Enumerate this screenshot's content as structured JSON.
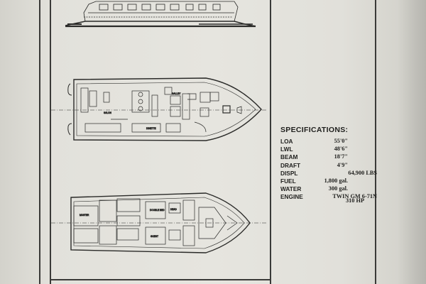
{
  "specifications": {
    "heading": "SPECIFICATIONS:",
    "rows": [
      {
        "label": "LOA",
        "value": "55'0\""
      },
      {
        "label": "LWL",
        "value": "48'6\""
      },
      {
        "label": "BEAM",
        "value": "18'7\""
      },
      {
        "label": "DRAFT",
        "value": "4'9\""
      },
      {
        "label": "DISPL",
        "value": "64,900 LBS"
      },
      {
        "label": "FUEL",
        "value": "1,800 gal."
      },
      {
        "label": "WATER",
        "value": "300 gal."
      },
      {
        "label": "ENGINE",
        "value": "TWIN GM 6-71N"
      }
    ],
    "engine_hp": "310 HP"
  },
  "plan_labels": {
    "salon": "SALON",
    "galley": "GALLEY",
    "dinette": "DINETTE",
    "master": "MASTER",
    "guest": "GUEST",
    "head": "HEAD",
    "double_bed": "DOUBLE BED"
  },
  "colors": {
    "paper": "#e6e5df",
    "ink": "#1f1f1d"
  }
}
